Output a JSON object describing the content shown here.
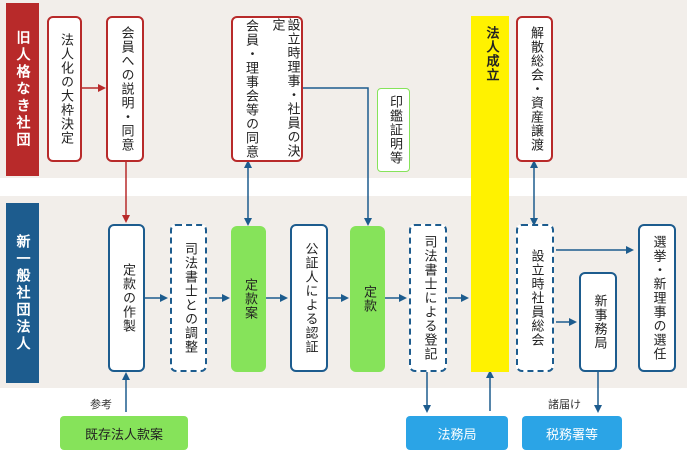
{
  "lanes": {
    "old": "旧人格なき社団",
    "new": "新一般社団法人"
  },
  "old_boxes": {
    "decide_framework": "法人化の大枠決定",
    "member_explain": "会員への説明・同意",
    "board_consent": "会員・理事会等の同意",
    "founding_decision": "設立時理事・社員の決定",
    "seal_cert": "印鑑証明等",
    "dissolution": "解散総会・資産譲渡"
  },
  "new_boxes": {
    "articles_draft": "定款の作製",
    "scrivener_adjust": "司法書士との調整",
    "articles_plan": "定款案",
    "notary_cert": "公証人による認証",
    "articles": "定款",
    "scrivener_register": "司法書士による登記",
    "established": "法人成立",
    "general_meeting": "設立時社員総会",
    "new_office": "新事務局",
    "elect_officers": "選挙・新理事の選任"
  },
  "external": {
    "existing_articles": "既存法人款案",
    "legal_bureau": "法務局",
    "tax_office": "税務署等"
  },
  "notes": {
    "reference": "参考",
    "notifications": "諸届け"
  },
  "colors": {
    "red": "#b82a2a",
    "navy": "#1d5c8e",
    "green": "#86e35a",
    "blue": "#2ba4e6",
    "yellow": "#fff200"
  }
}
